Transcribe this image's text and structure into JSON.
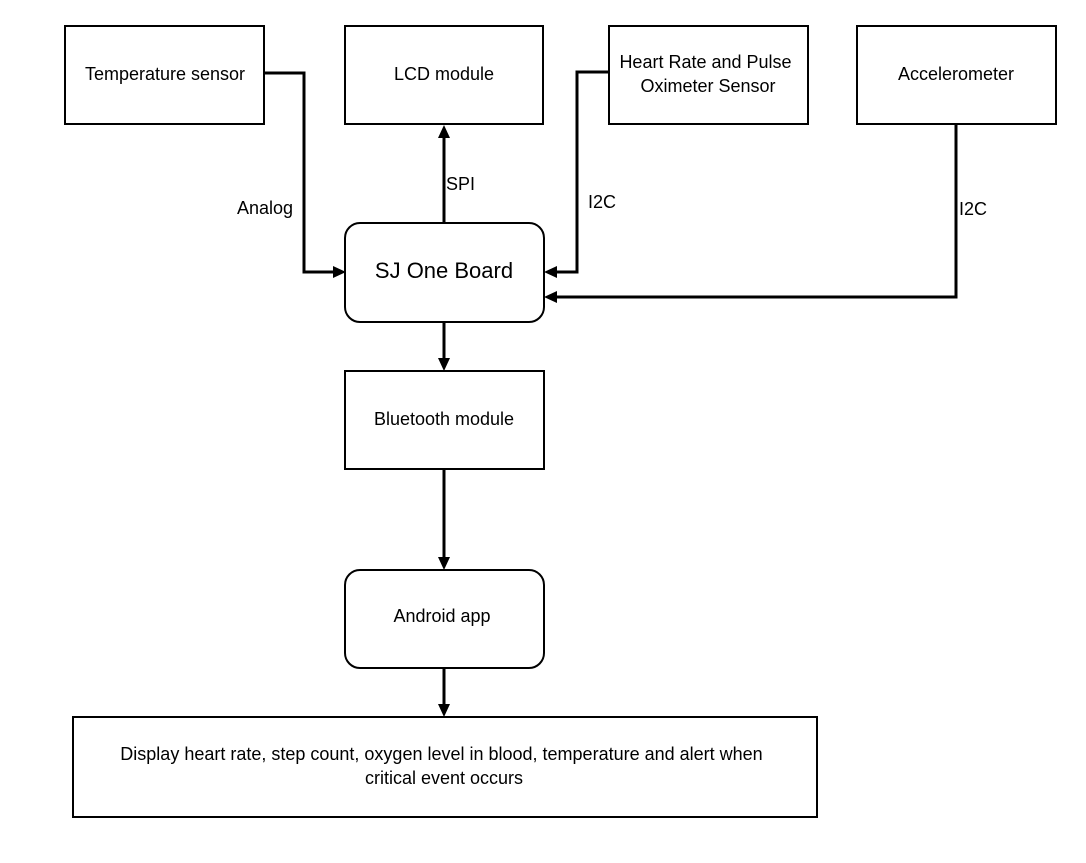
{
  "nodes": {
    "temperature_sensor": "Temperature sensor",
    "lcd_module": "LCD module",
    "heart_rate_sensor": [
      "Heart Rate and Pulse",
      "Oximeter Sensor"
    ],
    "accelerometer": "Accelerometer",
    "sj_one_board": "SJ One Board",
    "bluetooth_module": "Bluetooth module",
    "android_app": "Android app",
    "display_output": [
      "Display heart rate, step count, oxygen level in blood, temperature and alert when",
      "critical event occurs"
    ]
  },
  "edges": {
    "temperature_to_board": "Analog",
    "board_to_lcd": "SPI",
    "heart_rate_to_board": "I2C",
    "accelerometer_to_board": "I2C"
  }
}
